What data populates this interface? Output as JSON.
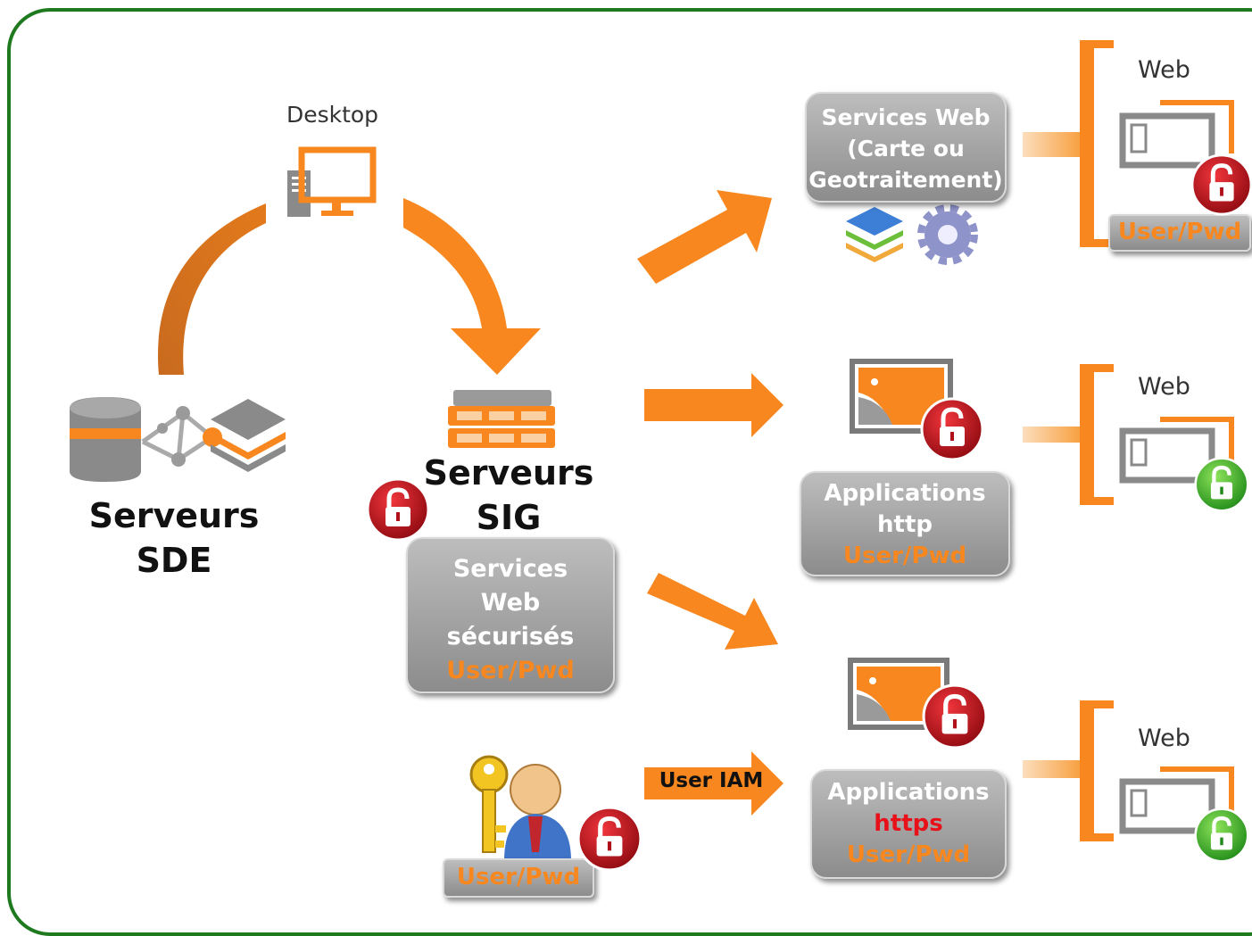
{
  "desktop": {
    "label": "Desktop"
  },
  "sde": {
    "line1": "Serveurs",
    "line2": "SDE"
  },
  "sig": {
    "line1": "Serveurs",
    "line2": "SIG"
  },
  "secured_services": {
    "line1": "Services",
    "line2": "Web",
    "line3": "sécurisés",
    "line4": "User/Pwd"
  },
  "web_services": {
    "line1": "Services Web",
    "line2": "(Carte ou",
    "line3": "Geotraitement)"
  },
  "app_http": {
    "line1": "Applications",
    "line2": "http",
    "line3": "User/Pwd"
  },
  "app_https": {
    "line1": "Applications",
    "line2": "https",
    "line3": "User/Pwd"
  },
  "web_client_1": {
    "label": "Web",
    "credential": "User/Pwd"
  },
  "web_client_2": {
    "label": "Web"
  },
  "web_client_3": {
    "label": "Web"
  },
  "user_credential": {
    "label": "User/Pwd"
  },
  "iam_arrow": {
    "label": "User IAM"
  },
  "colors": {
    "frame": "#1f7a1f",
    "orange": "#f7871e",
    "box_gray": "#a6a6a6",
    "lock_red": "#c0101a",
    "lock_green": "#2fa51f",
    "https_red": "#e8111a"
  }
}
